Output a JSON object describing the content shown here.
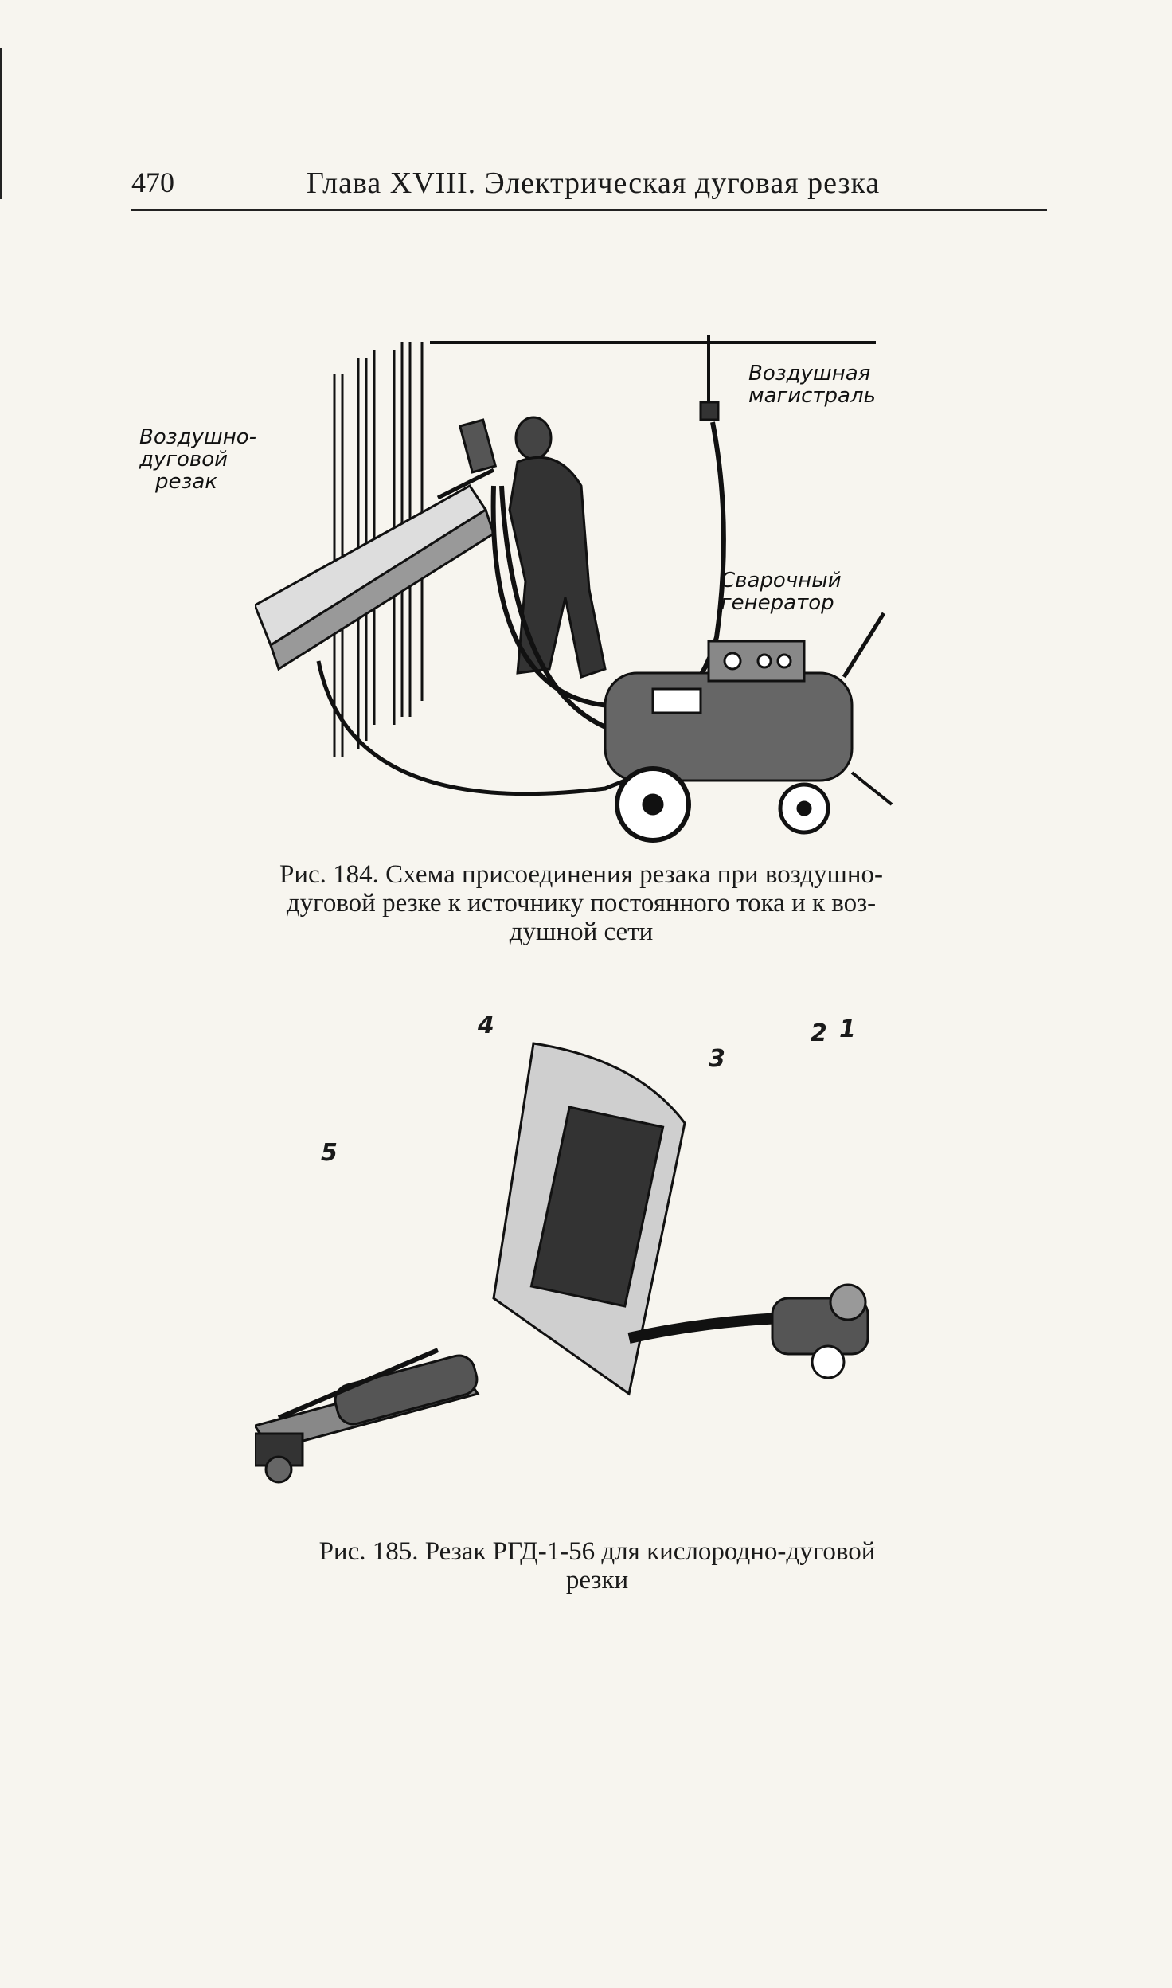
{
  "header": {
    "page_number": "470",
    "running_head": "Глава XVIII. Электрическая дуговая резка"
  },
  "figure184": {
    "labels": {
      "cutter": [
        "Воздушно-",
        "дуговой",
        "резак"
      ],
      "air_line": [
        "Воздушная",
        "магистраль"
      ],
      "generator": [
        "Сварочный",
        "генератор"
      ]
    },
    "caption": [
      "Рис. 184. Схема присоединения резака при воздушно-",
      "дуговой резке к источнику постоянного тока и к воз-",
      "душной сети"
    ]
  },
  "figure185": {
    "part_numbers": [
      "1",
      "2",
      "3",
      "4",
      "5"
    ],
    "caption": [
      "Рис. 185. Резак РГД-1-56 для кислородно-дуговой",
      "резки"
    ]
  }
}
